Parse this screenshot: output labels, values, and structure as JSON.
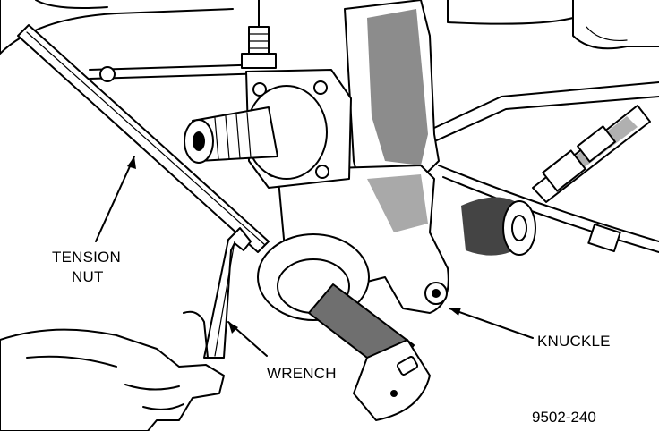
{
  "labels": {
    "tension_nut_line1": "TENSION",
    "tension_nut_line2": "NUT",
    "wrench": "WRENCH",
    "knuckle": "KNUCKLE"
  },
  "figure_id": "9502-240"
}
